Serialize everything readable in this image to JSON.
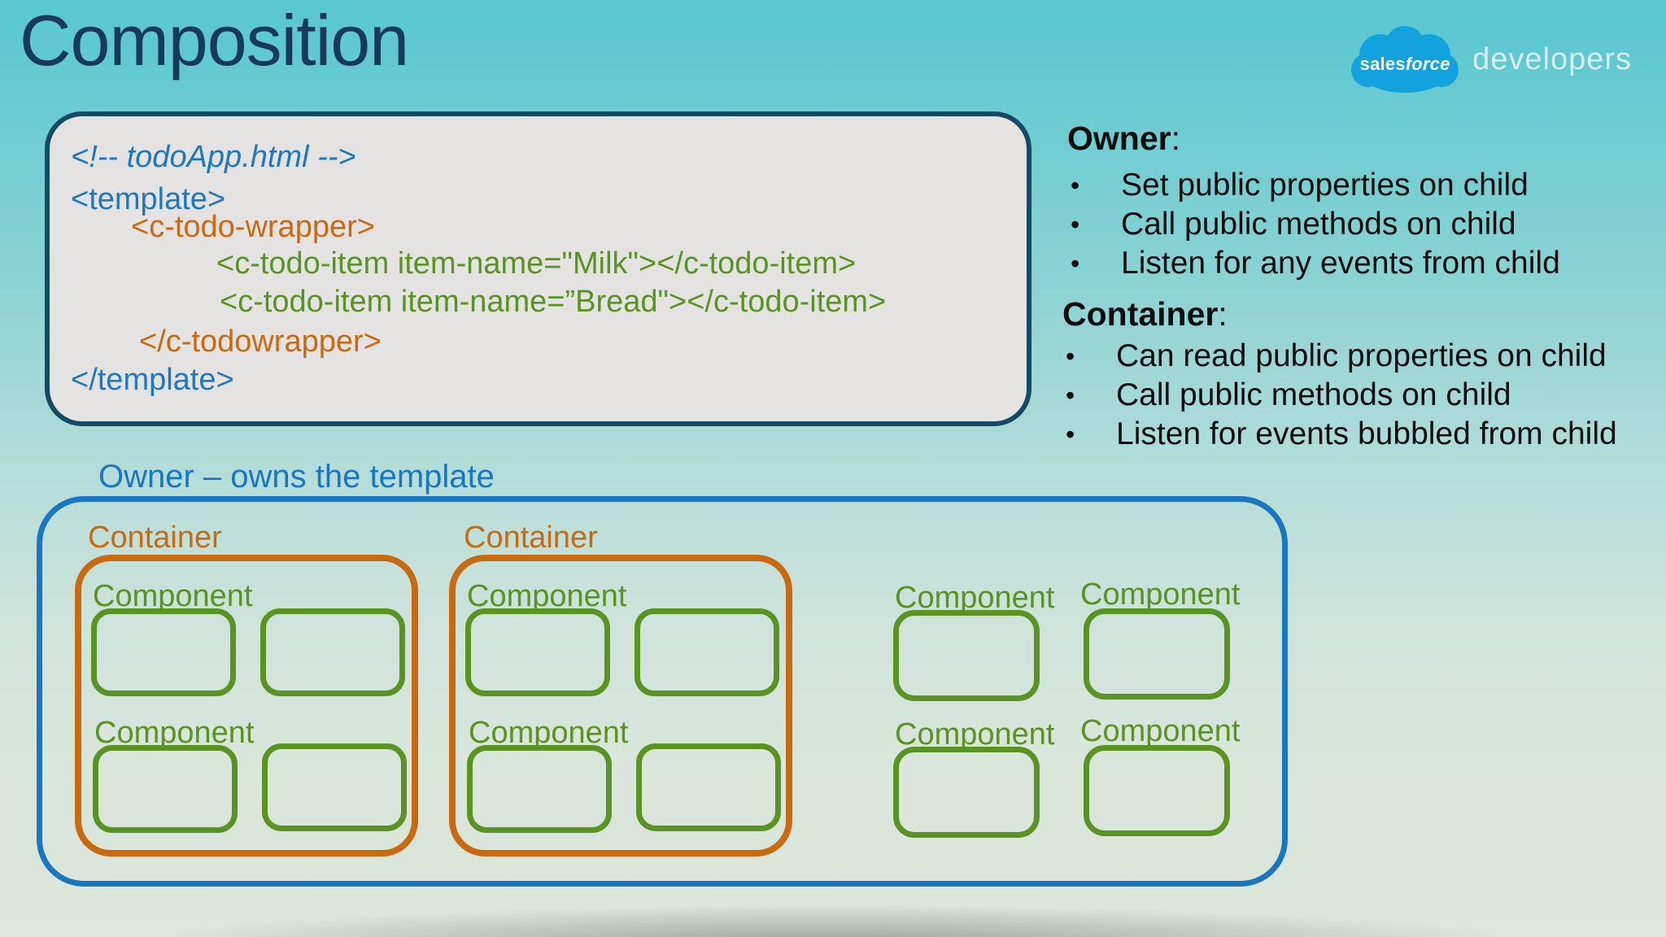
{
  "title": "Composition",
  "logo": {
    "brand_sales": "sales",
    "brand_force": "force",
    "suffix": "developers"
  },
  "code_card": {
    "lines": [
      {
        "text": "<!-- todoApp.html -->"
      },
      {
        "text": "<template>"
      },
      {
        "text": "<c-todo-wrapper>"
      },
      {
        "text": "<c-todo-item item-name=\"Milk\"></c-todo-item>"
      },
      {
        "text": "<c-todo-item item-name=”Bread\"></c-todo-item>"
      },
      {
        "text": "</c-todowrapper>"
      },
      {
        "text": "</template>"
      }
    ]
  },
  "owner_panel": {
    "heading": "Owner",
    "colon": ":",
    "bullet_char": "•",
    "bullets": [
      "Set public properties on child",
      "Call public methods on child",
      "Listen for any events from child"
    ]
  },
  "container_panel": {
    "heading": "Container",
    "colon": ":",
    "bullet_char": "•",
    "bullets": [
      "Can read public properties on child",
      "Call public methods on child",
      "Listen for events bubbled from child"
    ]
  },
  "diagram": {
    "owner_label": "Owner – owns the template",
    "containers": [
      {
        "label": "Container",
        "components": [
          "Component",
          "Component"
        ]
      },
      {
        "label": "Container",
        "components": [
          "Component",
          "Component"
        ]
      }
    ],
    "standalone": {
      "labels": [
        "Component",
        "Component",
        "Component",
        "Component"
      ]
    }
  },
  "colors": {
    "title_navy": "#17395a",
    "code_blue": "#1e78c0",
    "orange": "#c96a10",
    "green": "#599321",
    "diagram_blue": "#1b76c2",
    "text_dark": "#0d0d0d",
    "card_bg": "#e4e3e1",
    "card_border": "#134b64",
    "cloud_blue": "#12a2de",
    "developers_text": "#eaf2f3",
    "bg_top": "#57c6cf",
    "bg_bottom": "#dde7db"
  }
}
